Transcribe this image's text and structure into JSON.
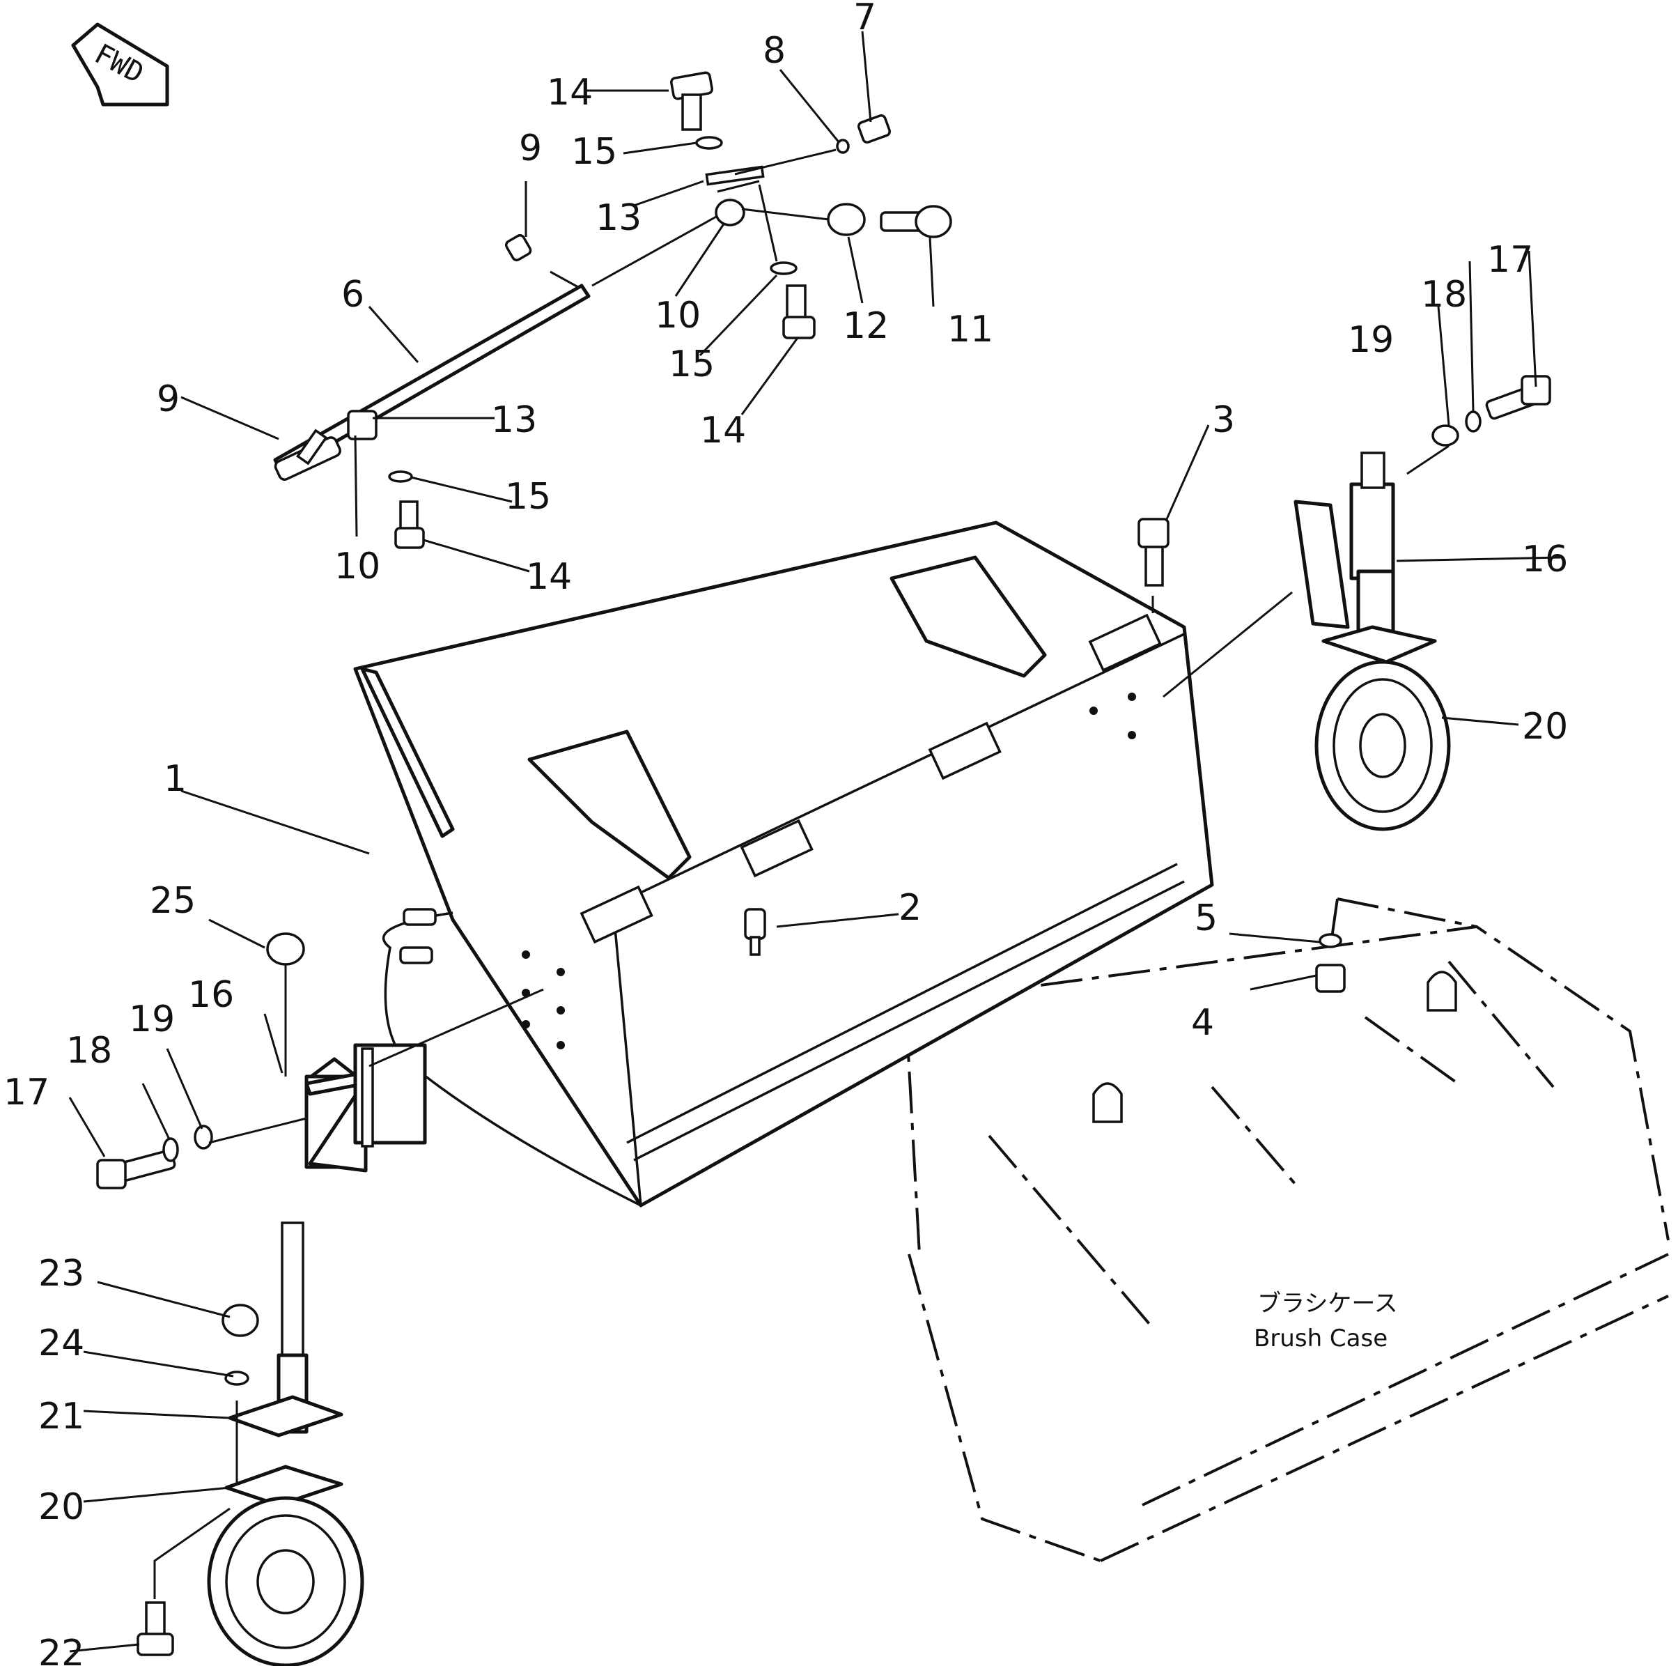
{
  "orientation": {
    "label": "FWD"
  },
  "reference_part": {
    "label_jp": "ブラシケース",
    "label_en": "Brush Case"
  },
  "callouts": [
    {
      "id": "c1",
      "text": "1"
    },
    {
      "id": "c2",
      "text": "2"
    },
    {
      "id": "c3",
      "text": "3"
    },
    {
      "id": "c4",
      "text": "4"
    },
    {
      "id": "c5",
      "text": "5"
    },
    {
      "id": "c6",
      "text": "6"
    },
    {
      "id": "c7",
      "text": "7"
    },
    {
      "id": "c8",
      "text": "8"
    },
    {
      "id": "c9a",
      "text": "9"
    },
    {
      "id": "c9b",
      "text": "9"
    },
    {
      "id": "c10a",
      "text": "10"
    },
    {
      "id": "c10b",
      "text": "10"
    },
    {
      "id": "c11",
      "text": "11"
    },
    {
      "id": "c12",
      "text": "12"
    },
    {
      "id": "c13a",
      "text": "13"
    },
    {
      "id": "c13b",
      "text": "13"
    },
    {
      "id": "c14a",
      "text": "14"
    },
    {
      "id": "c14b",
      "text": "14"
    },
    {
      "id": "c14c",
      "text": "14"
    },
    {
      "id": "c15a",
      "text": "15"
    },
    {
      "id": "c15b",
      "text": "15"
    },
    {
      "id": "c15c",
      "text": "15"
    },
    {
      "id": "c16a",
      "text": "16"
    },
    {
      "id": "c16b",
      "text": "16"
    },
    {
      "id": "c17a",
      "text": "17"
    },
    {
      "id": "c17b",
      "text": "17"
    },
    {
      "id": "c18a",
      "text": "18"
    },
    {
      "id": "c18b",
      "text": "18"
    },
    {
      "id": "c19a",
      "text": "19"
    },
    {
      "id": "c19b",
      "text": "19"
    },
    {
      "id": "c20a",
      "text": "20"
    },
    {
      "id": "c20b",
      "text": "20"
    },
    {
      "id": "c21",
      "text": "21"
    },
    {
      "id": "c22",
      "text": "22"
    },
    {
      "id": "c23",
      "text": "23"
    },
    {
      "id": "c24",
      "text": "24"
    },
    {
      "id": "c25",
      "text": "25"
    }
  ]
}
